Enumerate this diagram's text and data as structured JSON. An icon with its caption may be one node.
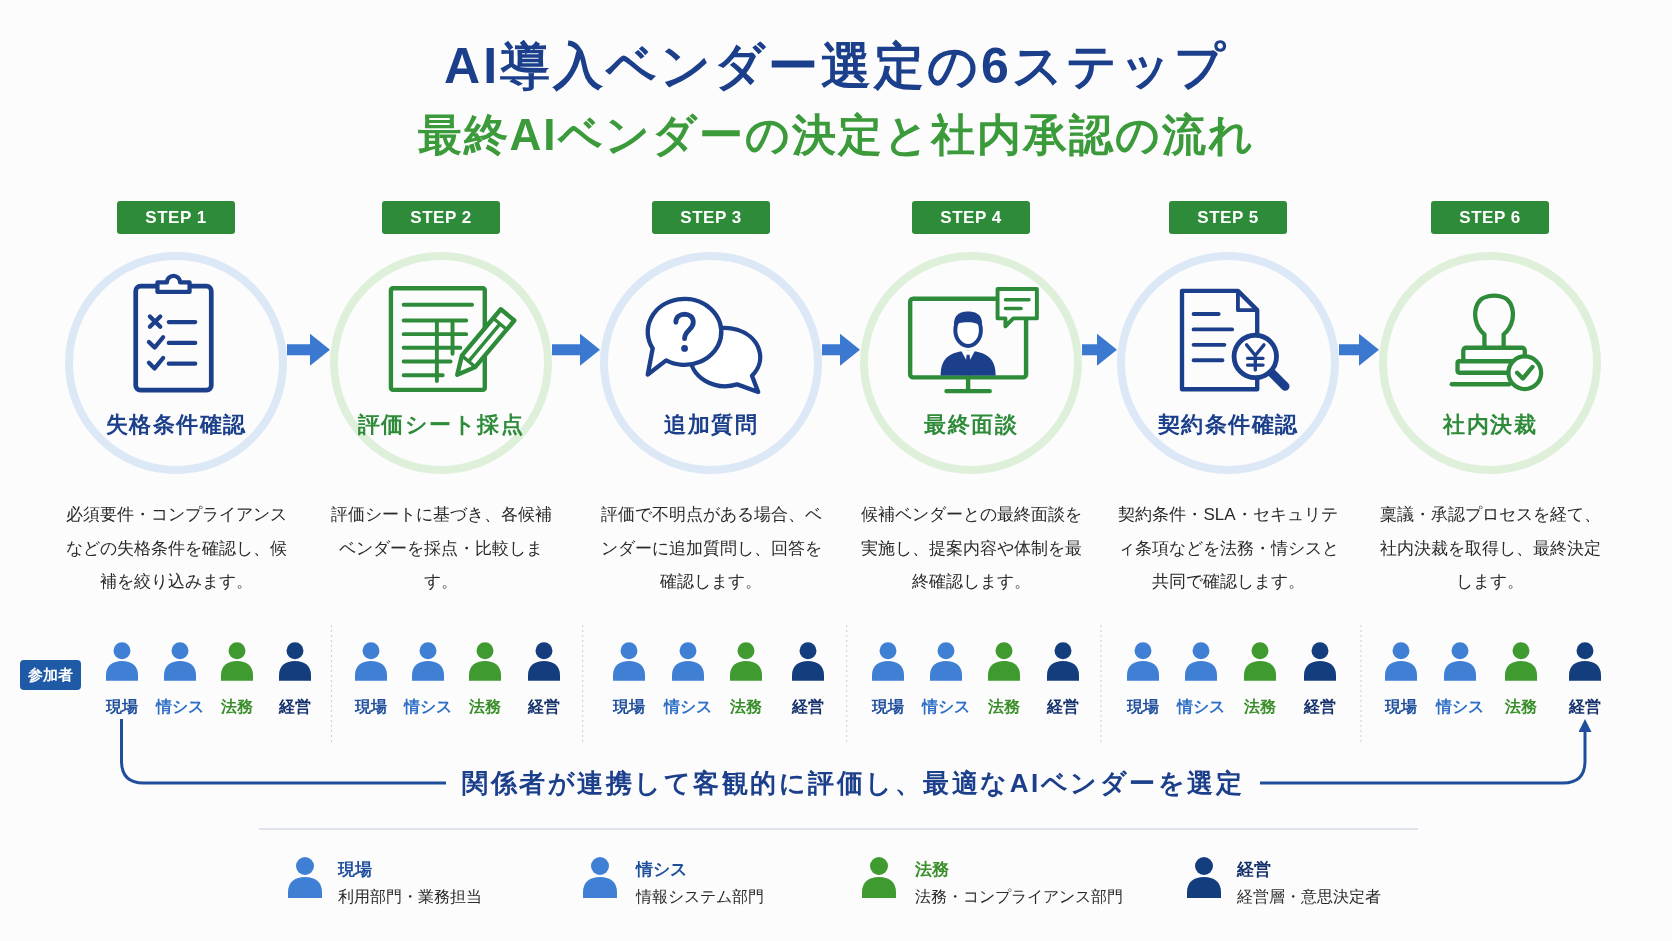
{
  "diagram": {
    "title": "AI導入ベンダー選定の6ステップ",
    "nodes": [
      {
        "text": [
          "STEP 1"
        ]
      },
      {
        "text": [
          "STEP 2"
        ]
      },
      {
        "text": [
          "STEP 3"
        ]
      },
      {
        "text": [
          "STEP 4"
        ]
      },
      {
        "text": [
          "STEP 5"
        ]
      },
      {
        "text": [
          "STEP 6"
        ]
      },
      {
        "text": [
          "失格条件確認"
        ],
        "beside": [
          "必須要件・コンプライアンスなどの失格条件を確認し、候補を絞り込みます。"
        ]
      },
      {
        "text": [
          "評価シート採点"
        ],
        "beside": [
          "評価シートに基づき、各候補ベンダーを採点・比較します。"
        ]
      },
      {
        "text": [
          "追加質問"
        ],
        "beside": [
          "評価で不明点がある場合、ベンダーに追加質問し、回答を確認します。"
        ]
      },
      {
        "text": [
          "最終面談"
        ],
        "beside": [
          "候補ベンダーとの最終面談を実施し、提案内容や体制を最終確認します。"
        ]
      },
      {
        "text": [
          "契約条件確認"
        ],
        "beside": [
          "契約条件・SLA・セキュリティ条項などを法務・情シスと共同で確認します。"
        ]
      },
      {
        "text": [
          "社内決裁"
        ],
        "beside": [
          "稟議・承認プロセスを経て、社内決裁を取得し、最終決定します。"
        ]
      },
      {
        "text": [
          "参加者"
        ]
      },
      {
        "text": [
          "現場"
        ]
      },
      {
        "text": [
          "経営"
        ]
      }
    ],
    "edges": [
      {
        "from": 6,
        "to": 7,
        "arrow": "to"
      },
      {
        "from": 7,
        "to": 8,
        "arrow": "to"
      },
      {
        "from": 8,
        "to": 9,
        "arrow": "to"
      },
      {
        "from": 9,
        "to": 10,
        "arrow": "to"
      },
      {
        "from": 10,
        "to": 11,
        "arrow": "to"
      },
      {
        "from": 13,
        "to": 14,
        "arrow": "to",
        "label": "関係者が連携して客観的に評価し、最適なAIベンダーを選定",
        "color": "#1f4f9c"
      }
    ],
    "labels": [
      "最終AIベンダーの決定と社内承認の流れ",
      "情シス",
      "法務",
      "経営",
      "現場",
      "情シス",
      "法務",
      "経営",
      "現場",
      "情シス",
      "法務",
      "経営",
      "現場",
      "情シス",
      "法務",
      "経営",
      "現場",
      "情シス",
      "法務",
      "経営",
      "現場",
      "情シス",
      "法務",
      "利用部門・業務担当",
      "情報システム部門",
      "法務・コンプライアンス部門",
      "経営層・意思決定者"
    ],
    "legend": [
      {
        "text": "現場",
        "color": "#3f80d4"
      },
      {
        "text": "情シス",
        "color": "#3f80d4"
      },
      {
        "text": "法務",
        "color": "#3f9a30"
      },
      {
        "text": "経営",
        "color": "#143d7e"
      }
    ]
  }
}
